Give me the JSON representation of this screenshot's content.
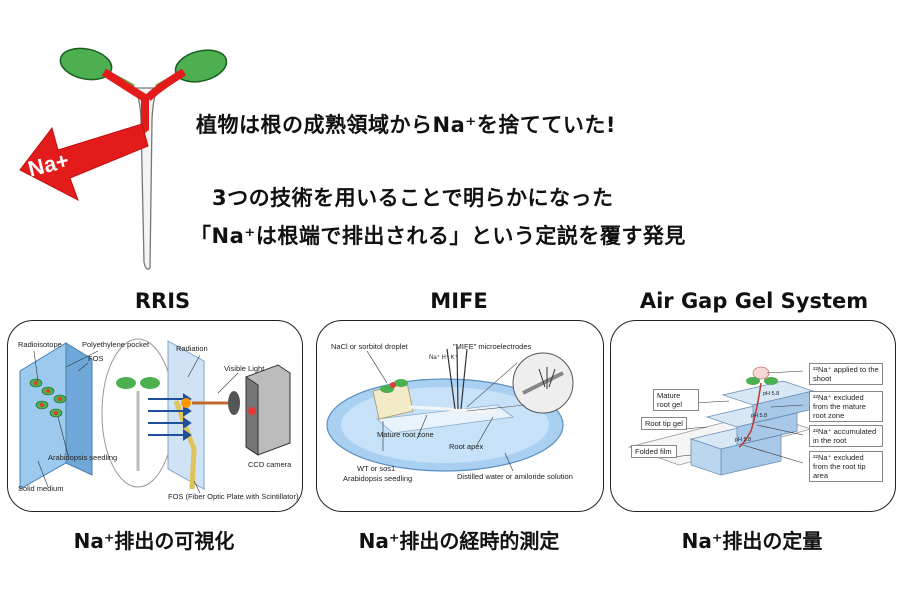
{
  "top": {
    "arrow_label": "Na+",
    "headline1": "植物は根の成熟領域からNa⁺を捨てていた!",
    "headline2": "3つの技術を用いることで明らかになった",
    "headline3": "「Na⁺は根端で排出される」という定説を覆す発見"
  },
  "panels": [
    {
      "title": "RRIS",
      "caption": "Na⁺排出の可視化",
      "labels": {
        "radioisotope": "Radioisotope",
        "pocket": "Polyethylene pocket",
        "fos": "FOS",
        "seedling": "Arabidopsis seedling",
        "medium": "Solid medium",
        "radiation": "Radiation",
        "visible_light": "Visible Light",
        "ccd": "CCD camera",
        "fos_full": "FOS (Fiber Optic Plate with Scintillator)"
      }
    },
    {
      "title": "MIFE",
      "caption": "Na⁺排出の経時的測定",
      "labels": {
        "droplet": "NaCl or sorbitol droplet",
        "electrodes": "\"MIFE\" microelectrodes",
        "ions": "Na⁺ H⁺ K⁺",
        "mature_zone": "Mature root zone",
        "apex": "Root apex",
        "wt": "WT or sos1",
        "seedling": "Arabidopsis seedling",
        "solution": "Distilled water or amiloride solution"
      }
    },
    {
      "title": "Air Gap Gel System",
      "caption": "Na⁺排出の定量",
      "labels": {
        "applied": "²²Na⁺ applied to the shoot",
        "excl_mature": "²²Na⁺ excluded from the mature root zone",
        "accum": "²²Na⁺ accumulated in the root",
        "excl_tip": "²²Na⁺ excluded from the root tip area",
        "mature_gel": "Mature root gel",
        "tip_gel": "Root tip gel",
        "film": "Folded film",
        "ph1": "pH 5.8",
        "ph2": "pH 5.8",
        "ph3": "pH 5.8"
      }
    }
  ]
}
